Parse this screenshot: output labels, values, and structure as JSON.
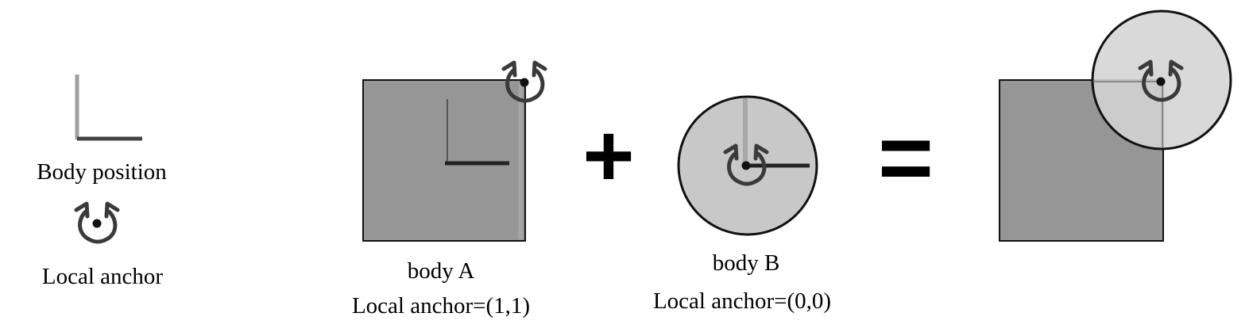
{
  "legend": {
    "body_position_label": "Body position",
    "local_anchor_label": "Local anchor"
  },
  "body_a": {
    "name": "body A",
    "anchor_label": "Local anchor=(1,1)"
  },
  "body_b": {
    "name": "body B",
    "anchor_label": "Local anchor=(0,0)"
  },
  "operators": {
    "plus": "+",
    "equals": "="
  },
  "colors": {
    "square_fill": "#969696",
    "circle_fill": "#c8c8c8",
    "combined_circle_fill": "#d4d4d4",
    "outline": "#111111",
    "body_axis_vertical": "#a0a0a0",
    "anchor_icon": "#3a3a3a"
  },
  "icons": [
    "body-position-axes-icon",
    "local-anchor-icon"
  ]
}
